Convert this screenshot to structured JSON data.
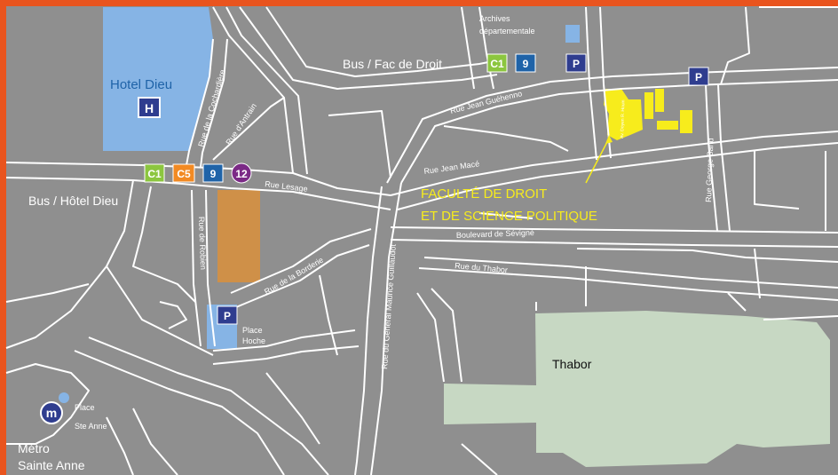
{
  "colors": {
    "frame": "#e9541e",
    "land": "#8f8f8f",
    "road": "#ffffff",
    "hospital": "#86b4e5",
    "park": "#c7d8c3",
    "faculty": "#f7ec1c",
    "orange_block": "#cf9048",
    "line_c1": "#8cc63f",
    "line_c5": "#f28a23",
    "line_9": "#1f63a8",
    "line_12": "#7b2a86",
    "parking": "#2f3d8f",
    "metro": "#2f3d8f"
  },
  "places": {
    "hotel_dieu": "Hotel Dieu",
    "hospital_symbol": "H",
    "thabor": "Thabor",
    "faculty_line1": "FACULTÉ DE DROIT",
    "faculty_line2": "ET DE SCIENCE POLITIQUE",
    "archives_line1": "Archives",
    "archives_line2": "départementale",
    "place_hoche_line1": "Place",
    "place_hoche_line2": "Hoche",
    "place_ste_anne_line1": "Place",
    "place_ste_anne_line2": "Ste Anne",
    "metro_line1": "Métro",
    "metro_line2": "Sainte Anne",
    "metro_symbol": "m",
    "parking_symbol": "P"
  },
  "bus_stops": {
    "fac_de_droit": "Bus / Fac de Droit",
    "hotel_dieu": "Bus / Hôtel Dieu"
  },
  "lines": {
    "c1": "C1",
    "c5": "C5",
    "nine": "9",
    "twelve": "12"
  },
  "streets": {
    "cochardiere": "Rue de la Cochardière",
    "antrain": "Rue d'Antrain",
    "lesage": "Rue Lesage",
    "guehenno": "Rue Jean Guéhenno",
    "doyen": "Av. Doyen R. Houin",
    "george_sand": "Rue George Sand",
    "jean_mace": "Rue Jean Macé",
    "sevigne": "Boulevard de Sévigné",
    "thabor": "Rue du Thabor",
    "guillaudot": "Rue du Général Maurice Guillaudot",
    "borderie": "Rue de la Borderie",
    "robien": "Rue de Robien"
  }
}
